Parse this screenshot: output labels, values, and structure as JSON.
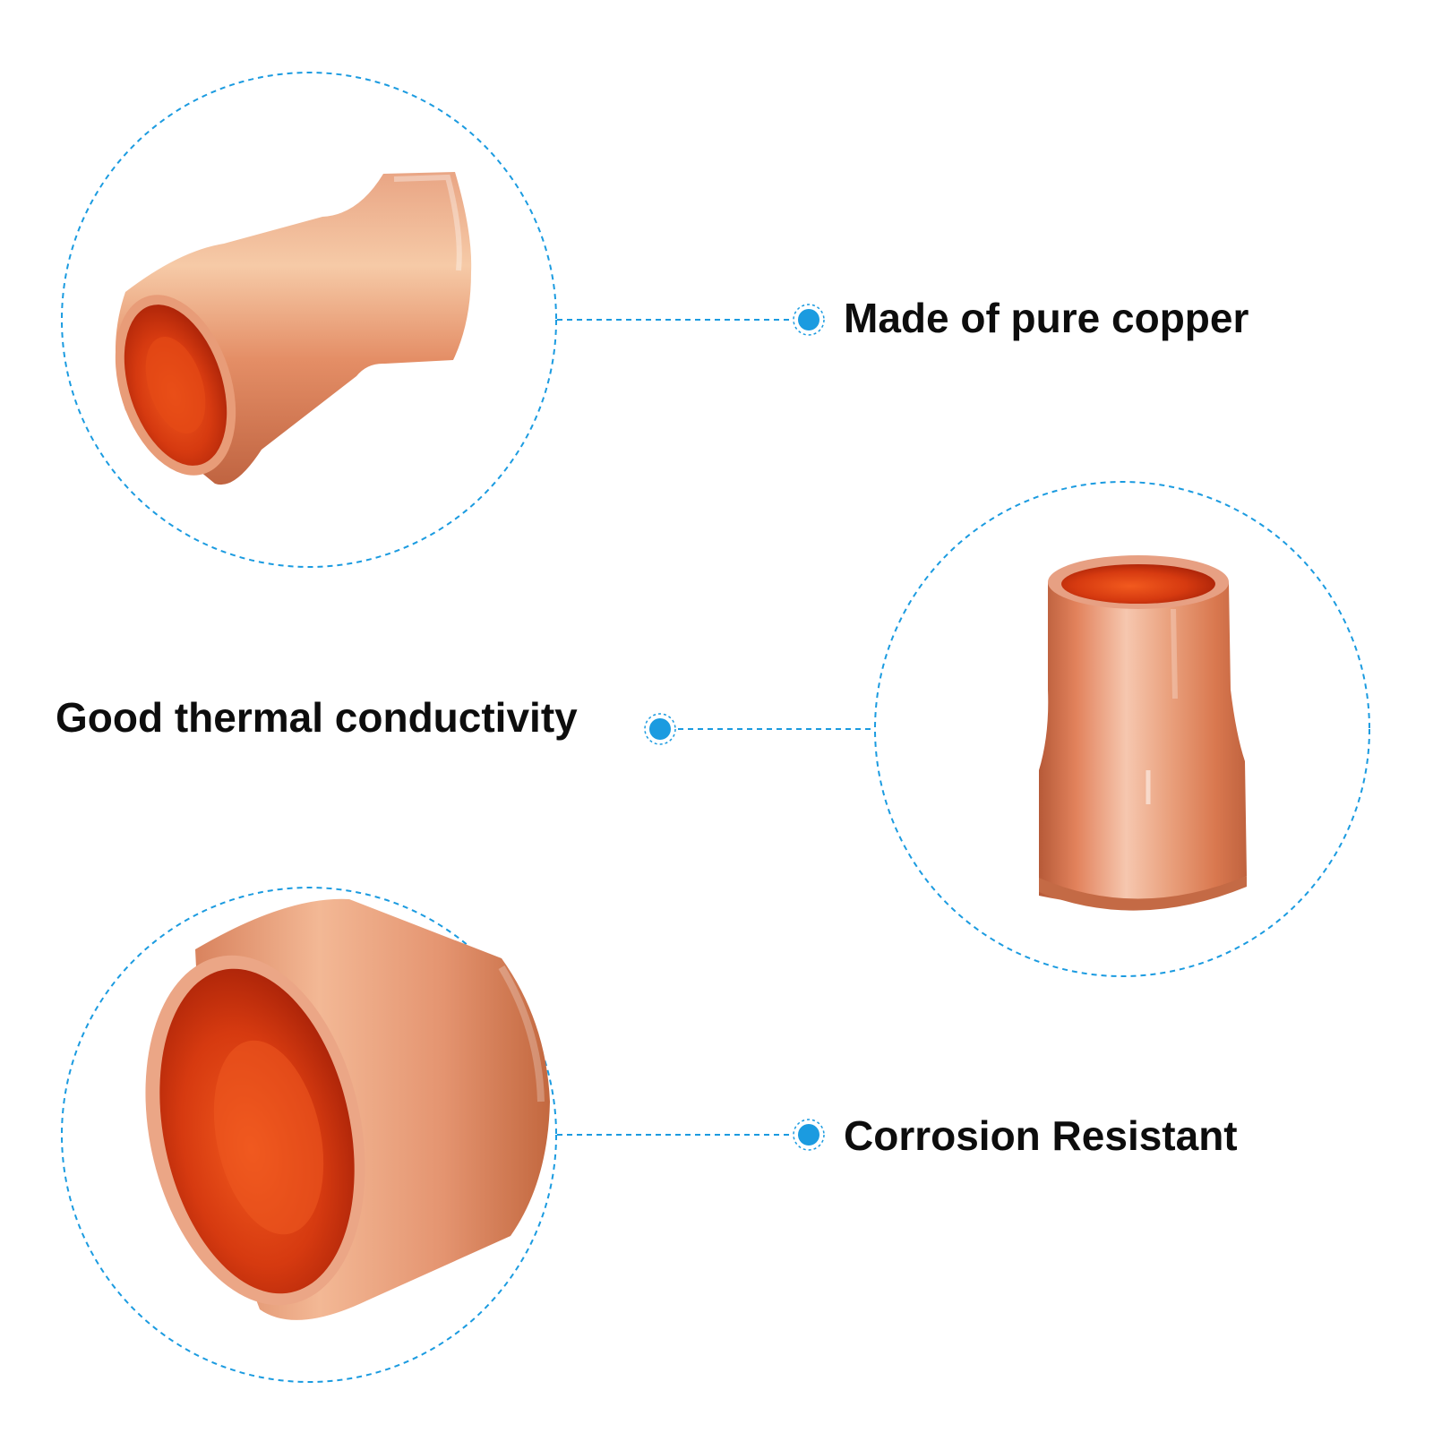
{
  "features": [
    {
      "label": "Made of pure copper"
    },
    {
      "label": "Good thermal conductivity"
    },
    {
      "label": "Corrosion Resistant"
    }
  ],
  "colors": {
    "accent": "#1b9be0",
    "text": "#0d0d0d",
    "copper_light": "#f2b79d",
    "copper_mid": "#e2825c",
    "copper_dark": "#b65a38",
    "copper_inner": "#d43a0e"
  },
  "icons": [
    "bullet-dot-icon",
    "copper-reducer-fitting"
  ]
}
